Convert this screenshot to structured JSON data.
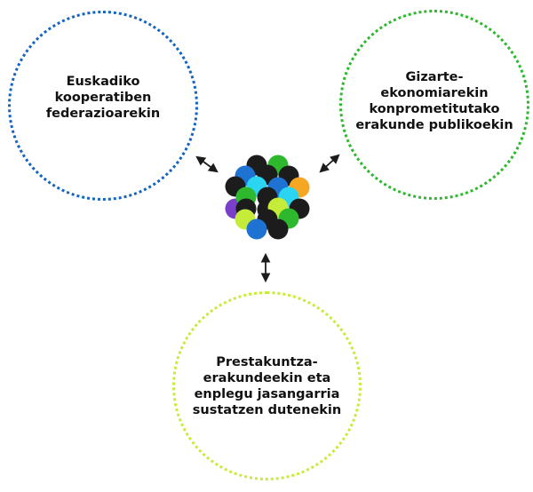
{
  "colors": {
    "blue": "#1565c0",
    "green": "#2db82d",
    "lime": "#c6ec3a",
    "black": "#1c1c1c",
    "cyan": "#2bd4f0",
    "mid_blue": "#1e73d2",
    "orange": "#f5a623",
    "purple": "#7a3fc8",
    "text": "#111111"
  },
  "rings": [
    {
      "id": "ring-a",
      "label": "Euskadiko\nkooperatiben\nfederazioarekin",
      "color": "#1565c0"
    },
    {
      "id": "ring-b",
      "label": "Gizarte-\nekonomiarekin\nkonprometitutako\nerakunde publikoekin",
      "color": "#2db82d"
    },
    {
      "id": "ring-c",
      "label": "Prestakuntza-\nerakundeekin eta\nenplegu jasangarria\nsustatzen dutenekin",
      "color": "#c6ec3a"
    }
  ],
  "central_logo": {
    "description_icon": "colored-dots-cluster-icon"
  },
  "arrows": [
    {
      "name": "arrow-to-ring-a-icon",
      "icon": "double-arrow"
    },
    {
      "name": "arrow-to-ring-b-icon",
      "icon": "double-arrow"
    },
    {
      "name": "arrow-to-ring-c-icon",
      "icon": "double-arrow"
    }
  ]
}
